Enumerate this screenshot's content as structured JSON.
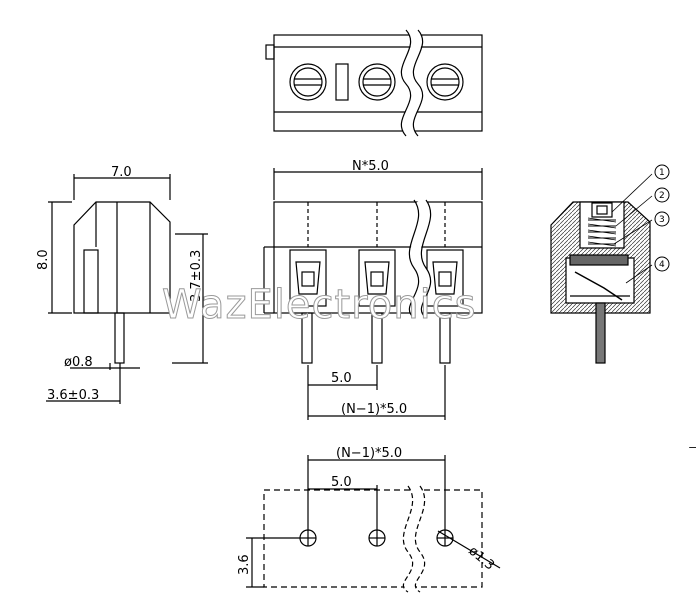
{
  "dimensions": {
    "width_top": "7.0",
    "height_total": "8.0",
    "height_body": "3.7±0.3",
    "pin_diameter": "ø0.8",
    "pin_offset": "3.6±0.3",
    "length_n": "N*5.0",
    "pitch": "5.0",
    "span": "(N−1)*5.0",
    "span_bottom": "(N−1)*5.0",
    "pitch_bottom": "5.0",
    "hole_offset": "3.6",
    "hole_diameter": "ø1.3"
  },
  "callouts": [
    "1",
    "2",
    "3",
    "4"
  ],
  "watermark": "WazElectronics",
  "edge_mark": "⊣"
}
